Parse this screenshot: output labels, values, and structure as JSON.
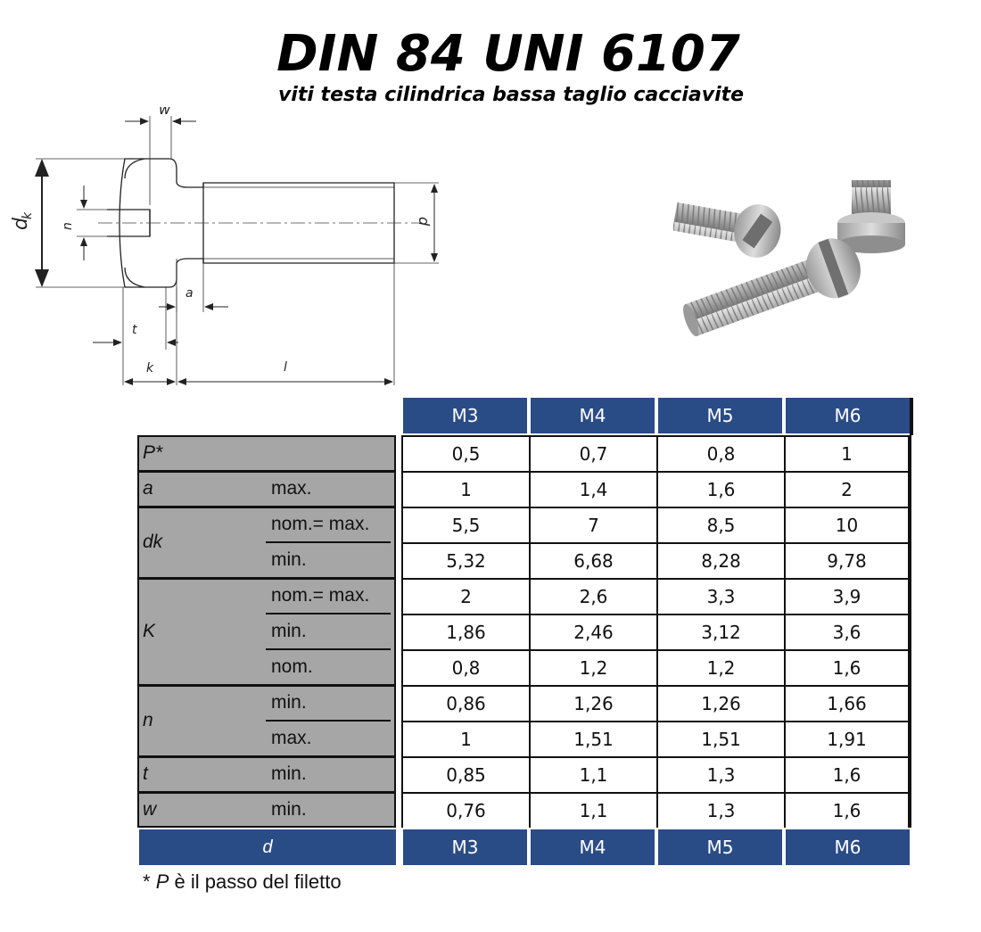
{
  "title": "DIN 84 UNI 6107",
  "subtitle": "viti testa cilindrica bassa taglio cacciavite",
  "drawing": {
    "labels": {
      "w": "w",
      "dk": "d",
      "dk_sub": "k",
      "n": "n",
      "d": "d",
      "a": "a",
      "t": "t",
      "k": "k",
      "l": "l"
    }
  },
  "table": {
    "sizes": [
      "M3",
      "M4",
      "M5",
      "M6"
    ],
    "rows": [
      {
        "symbol": "P*",
        "sub": "",
        "values": [
          "0,5",
          "0,7",
          "0,8",
          "1"
        ]
      },
      {
        "symbol": "a",
        "sub": "max.",
        "values": [
          "1",
          "1,4",
          "1,6",
          "2"
        ]
      },
      {
        "symbol": "dk",
        "sub": "nom.= max.",
        "values": [
          "5,5",
          "7",
          "8,5",
          "10"
        ]
      },
      {
        "symbol": "",
        "sub": "min.",
        "values": [
          "5,32",
          "6,68",
          "8,28",
          "9,78"
        ]
      },
      {
        "symbol": "K",
        "sub": "nom.= max.",
        "values": [
          "2",
          "2,6",
          "3,3",
          "3,9"
        ]
      },
      {
        "symbol": "",
        "sub": "min.",
        "values": [
          "1,86",
          "2,46",
          "3,12",
          "3,6"
        ]
      },
      {
        "symbol": "",
        "sub": "nom.",
        "values": [
          "0,8",
          "1,2",
          "1,2",
          "1,6"
        ]
      },
      {
        "symbol": "n",
        "sub": "min.",
        "values": [
          "0,86",
          "1,26",
          "1,26",
          "1,66"
        ]
      },
      {
        "symbol": "",
        "sub": "max.",
        "values": [
          "1",
          "1,51",
          "1,51",
          "1,91"
        ]
      },
      {
        "symbol": "t",
        "sub": "min.",
        "values": [
          "0,85",
          "1,1",
          "1,3",
          "1,6"
        ]
      },
      {
        "symbol": "w",
        "sub": "min.",
        "values": [
          "0,76",
          "1,1",
          "1,3",
          "1,6"
        ]
      }
    ],
    "footer_label": "d",
    "header_color": "#2a4c86",
    "label_bg": "#a6a6a6"
  },
  "footnote": {
    "star": "* ",
    "symbol": "P",
    "text": " è il passo del filetto"
  }
}
